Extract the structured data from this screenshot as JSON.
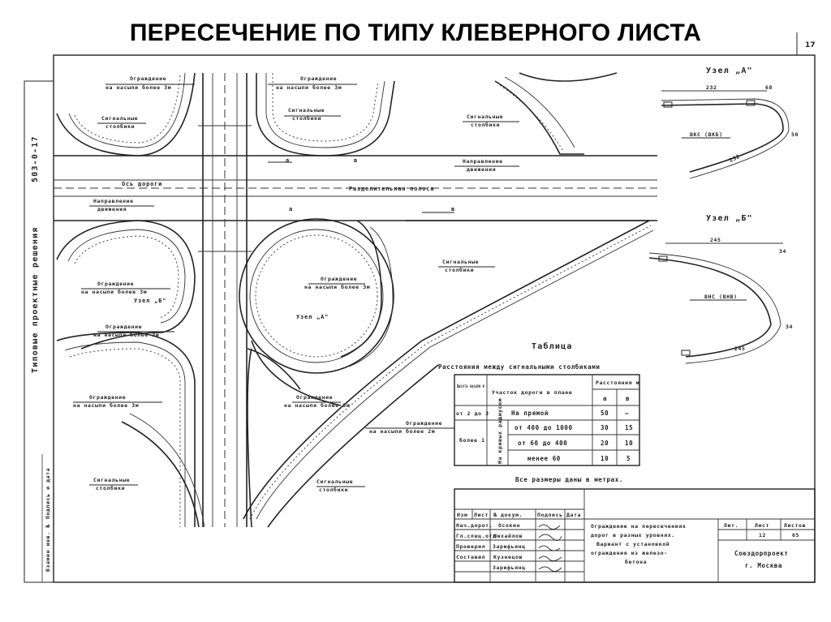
{
  "slide": {
    "title": "ПЕРЕСЕЧЕНИЕ ПО ТИПУ КЛЕВЕРНОГО ЛИСТА"
  },
  "sheet": {
    "number": "17",
    "series": "503-0-17",
    "series_title": "Типовые проектные решения",
    "side_stamp_1": "Подпись и дата",
    "side_stamp_2": "Взамен инв. №"
  },
  "labels": {
    "fence_3m": "Ограждение",
    "fence_3m_sub": "на насыпи более 3м",
    "fence_2m_sub": "на насыпи более 2м",
    "posts": "Сигнальные",
    "posts_sub": "столбики",
    "road_axis": "Ось дороги",
    "separator": "Разделительная полоса",
    "direction": "Направление",
    "direction_sub": "движения",
    "node_a": "Узел „А\"",
    "node_b": "Узел „Б\"",
    "dim_a": "а",
    "dim_b": "в"
  },
  "node_a_detail": {
    "title": "Узел „А\"",
    "d1": "232",
    "d2": "68",
    "d3": "50",
    "d4": "232",
    "part": "ВКС (ВКБ)"
  },
  "node_b_detail": {
    "title": "Узел „Б\"",
    "d1": "245",
    "d2": "34",
    "d3": "34",
    "d4": "245",
    "part": "ВНС (ВНВ)"
  },
  "table": {
    "title": "Таблица",
    "subtitle": "Расстояния между сигнальными столбиками",
    "headers": {
      "height": "Высота насыпи м",
      "section": "Участок дороги в плане",
      "distances": "Расстояния м",
      "col_a": "а",
      "col_b": "в"
    },
    "row_h1": "от 2 до 3",
    "row_h2": "более 1",
    "curves": "На кривых радиусом",
    "rows": [
      {
        "section": "На прямой",
        "a": "50",
        "b": "—"
      },
      {
        "section": "от 400 до 1000",
        "a": "30",
        "b": "15"
      },
      {
        "section": "от 60 до 400",
        "a": "20",
        "b": "10"
      },
      {
        "section": "менее 60",
        "a": "10",
        "b": "5"
      }
    ],
    "note": "Все размеры даны в метрах."
  },
  "stamp": {
    "h_izm": "Изм",
    "h_list": "Лист",
    "h_doc": "№ докум.",
    "h_sign": "Подпись",
    "h_date": "Дата",
    "staff": [
      {
        "role": "Нач.дорот.",
        "name": "Осокин"
      },
      {
        "role": "Гл.спец.отд.",
        "name": "Михайлов"
      },
      {
        "role": "Проверил",
        "name": "Зарифьянц"
      },
      {
        "role": "Составил",
        "name": "Кузнецов"
      },
      {
        "role": "",
        "name": "Зарифьянц"
      }
    ],
    "description": "Ограждение на пересечениях дорог в разных уровнях. Вариант с установкой ограждения из железо-бетона",
    "desc_lines": [
      "Ограждение на пересечениях",
      "дорог в разных уровнях.",
      "Вариант с установкой",
      "ограждения из железо-",
      "бетона"
    ],
    "h_stage": "Лит.",
    "h_sheet": "Лист",
    "h_sheets": "Листов",
    "sheet_no": "12",
    "sheets_total": "65",
    "org": "Союздорпроект",
    "city": "г. Москва"
  }
}
